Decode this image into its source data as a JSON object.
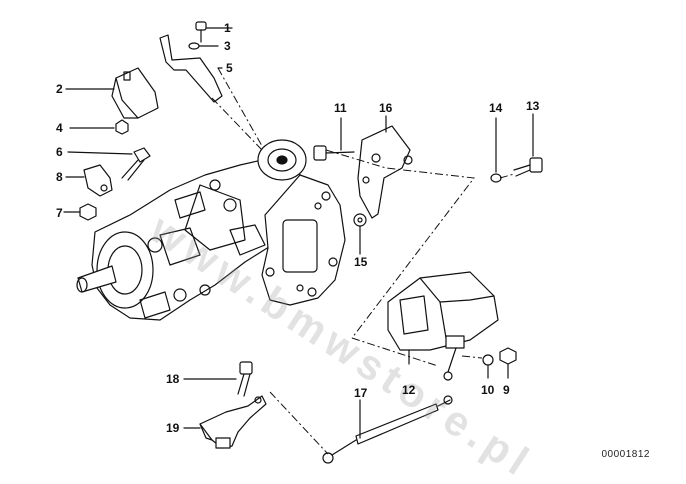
{
  "diagram": {
    "document_id": "00001812",
    "watermark": "www.bmwstore.pl",
    "colors": {
      "line": "#111111",
      "background": "#ffffff",
      "watermark": "#999999"
    },
    "callouts": [
      {
        "id": "c1",
        "label": "1"
      },
      {
        "id": "c2",
        "label": "2"
      },
      {
        "id": "c3",
        "label": "3"
      },
      {
        "id": "c4",
        "label": "4"
      },
      {
        "id": "c5",
        "label": "5"
      },
      {
        "id": "c6",
        "label": "6"
      },
      {
        "id": "c7",
        "label": "7"
      },
      {
        "id": "c8",
        "label": "8"
      },
      {
        "id": "c9",
        "label": "9"
      },
      {
        "id": "c10",
        "label": "10"
      },
      {
        "id": "c11",
        "label": "11"
      },
      {
        "id": "c12",
        "label": "12"
      },
      {
        "id": "c13",
        "label": "13"
      },
      {
        "id": "c14",
        "label": "14"
      },
      {
        "id": "c15",
        "label": "15"
      },
      {
        "id": "c16",
        "label": "16"
      },
      {
        "id": "c17",
        "label": "17"
      },
      {
        "id": "c18",
        "label": "18"
      },
      {
        "id": "c19",
        "label": "19"
      }
    ]
  }
}
